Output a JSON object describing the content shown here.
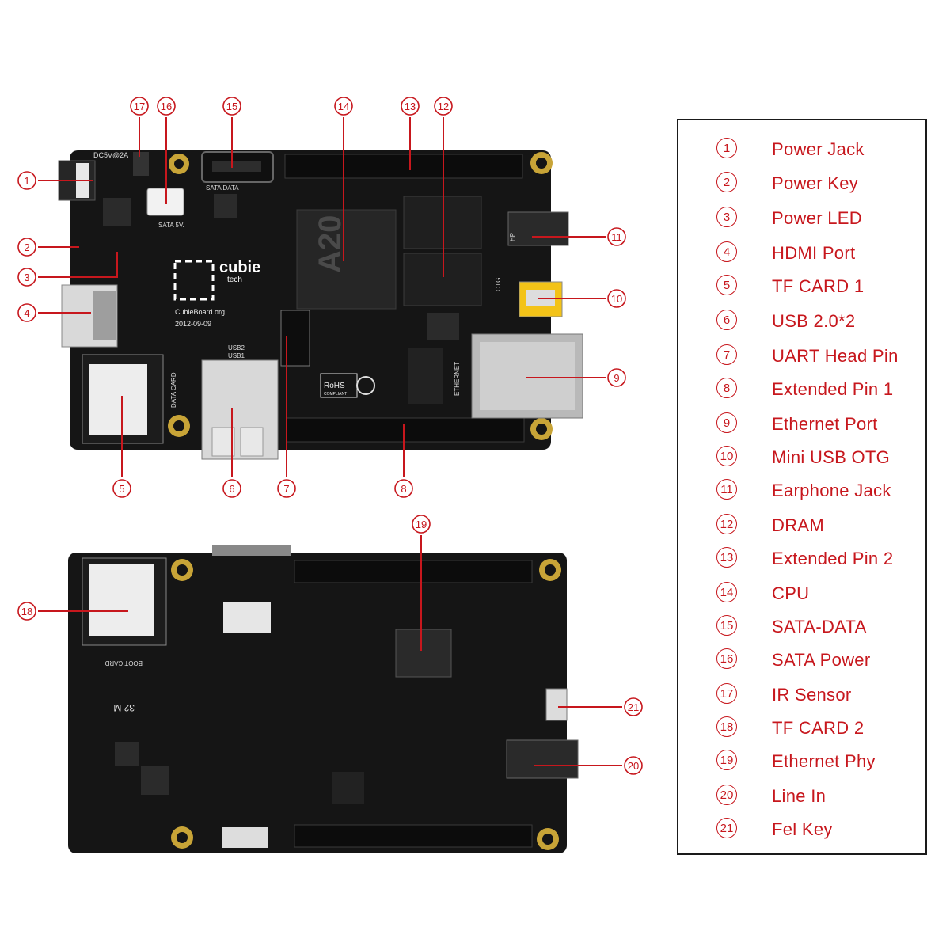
{
  "legend": [
    {
      "num": "1",
      "label": "Power  Jack"
    },
    {
      "num": "2",
      "label": "Power Key"
    },
    {
      "num": "3",
      "label": "Power LED"
    },
    {
      "num": "4",
      "label": "HDMI Port"
    },
    {
      "num": "5",
      "label": "TF CARD 1"
    },
    {
      "num": "6",
      "label": "USB 2.0*2"
    },
    {
      "num": "7",
      "label": "UART Head Pin"
    },
    {
      "num": "8",
      "label": "Extended Pin 1"
    },
    {
      "num": "9",
      "label": "Ethernet Port"
    },
    {
      "num": "10",
      "label": "Mini USB OTG"
    },
    {
      "num": "11",
      "label": "Earphone Jack"
    },
    {
      "num": "12",
      "label": "DRAM"
    },
    {
      "num": "13",
      "label": "Extended Pin 2"
    },
    {
      "num": "14",
      "label": "CPU"
    },
    {
      "num": "15",
      "label": "SATA-DATA"
    },
    {
      "num": "16",
      "label": "SATA  Power"
    },
    {
      "num": "17",
      "label": "IR  Sensor"
    },
    {
      "num": "18",
      "label": "TF CARD 2"
    },
    {
      "num": "19",
      "label": "Ethernet Phy"
    },
    {
      "num": "20",
      "label": "Line In"
    },
    {
      "num": "21",
      "label": "Fel Key"
    }
  ],
  "board_text": {
    "dc_label": "DC5V@2A",
    "sata_data": "SATA DATA",
    "sata_5v": "SATA 5V.",
    "cubie": "cubie",
    "tech": "tech",
    "site": "CubieBoard.org",
    "date": "2012-09-09",
    "cpu": "A20",
    "usb2": "USB2",
    "usb1": "USB1",
    "rohs": "RoHS",
    "rohs_sub": "COMPLIANT",
    "ethernet": "ETHERNET",
    "data_card": "DATA CARD",
    "boot_card": "BOOT CARD",
    "hp": "HP",
    "otg": "OTG",
    "chip_tag": "32 M"
  },
  "colors": {
    "accent": "#c7171d",
    "board": "#141414",
    "gold": "#c8a437"
  }
}
